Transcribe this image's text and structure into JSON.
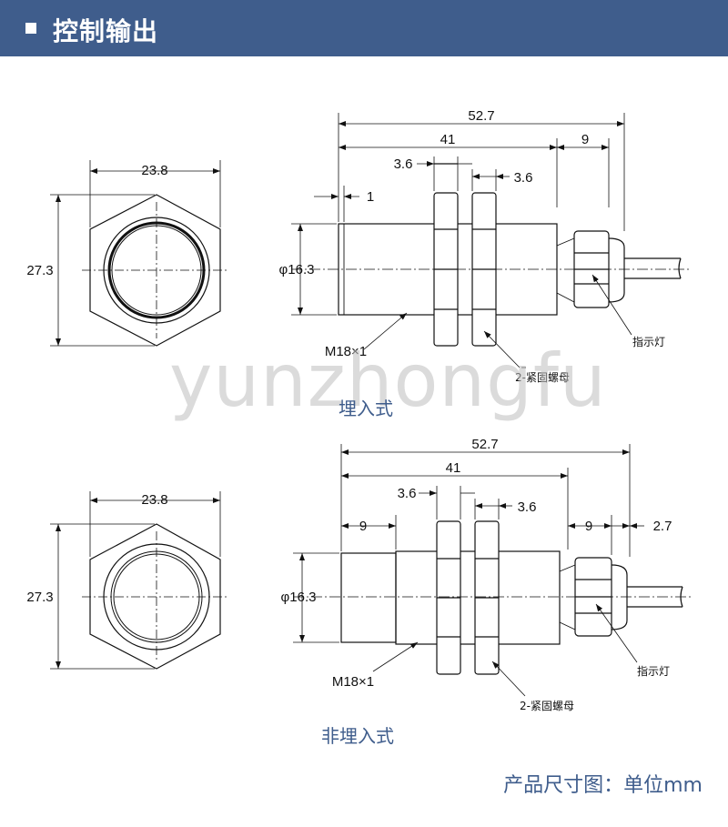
{
  "header": {
    "title": "控制输出"
  },
  "watermark": "yunzhongfu",
  "view_top": {
    "caption": "埋入式",
    "hex_width": "23.8",
    "hex_height": "27.3",
    "total_length": "52.7",
    "body_length": "41",
    "tail_length": "9",
    "nut_1": "3.6",
    "nut_2": "3.6",
    "front_step": "1",
    "diameter": "φ16.3",
    "thread": "M18×1",
    "nut_label": "2-紧固螺母",
    "indicator_label": "指示灯"
  },
  "view_bottom": {
    "caption": "非埋入式",
    "hex_width": "23.8",
    "hex_height": "27.3",
    "total_length": "52.7",
    "body_length": "41",
    "front_length": "9",
    "tail_length": "9",
    "cap_length": "2.7",
    "nut_1": "3.6",
    "nut_2": "3.6",
    "diameter": "φ16.3",
    "thread": "M18×1",
    "nut_label": "2-紧固螺母",
    "indicator_label": "指示灯"
  },
  "footer": "产品尺寸图：单位mm"
}
